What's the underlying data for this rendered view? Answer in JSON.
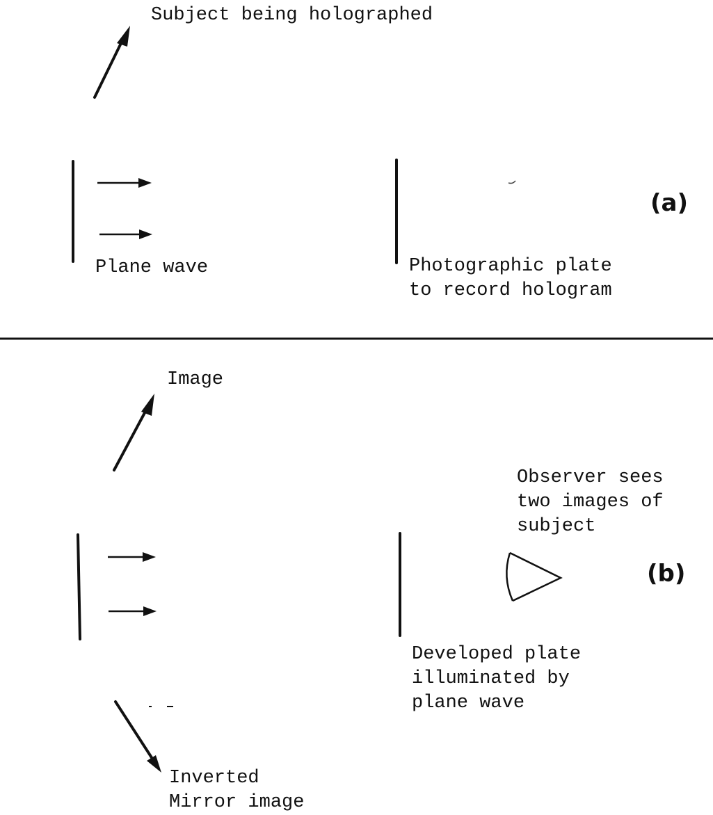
{
  "panel_a": {
    "tag": "(a)",
    "subject_label": "Subject being holographed",
    "wave_label": "Plane wave",
    "plate_label_line1": "Photographic plate",
    "plate_label_line2": "to record hologram"
  },
  "panel_b": {
    "tag": "(b)",
    "image_label": "Image",
    "observer_line1": "Observer sees",
    "observer_line2": "two images of",
    "observer_line3": "subject",
    "plate_line1": "Developed plate",
    "plate_line2": "illuminated by",
    "plate_line3": "plane wave",
    "inverted_line1": "Inverted",
    "inverted_line2": "Mirror image"
  }
}
